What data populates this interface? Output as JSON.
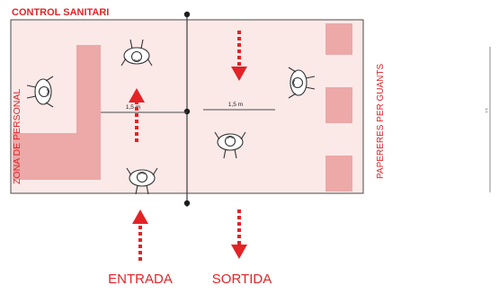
{
  "labels": {
    "title": "CONTROL SANITARI",
    "staff_zone": "ZONA DE PERSONAL",
    "glove_bins": "PAPERERES PER GUANTS",
    "entrance": "ENTRADA",
    "exit": "SORTIDA",
    "distance_left": "1,5 m",
    "distance_right": "1,5 m",
    "edge_mark": "1:1"
  },
  "colors": {
    "accent": "#e32326",
    "zone_fill": "#fbe9e8",
    "block_fill": "#eda8a8",
    "line": "#4a4a4a",
    "dot": "#1e1e1e"
  }
}
